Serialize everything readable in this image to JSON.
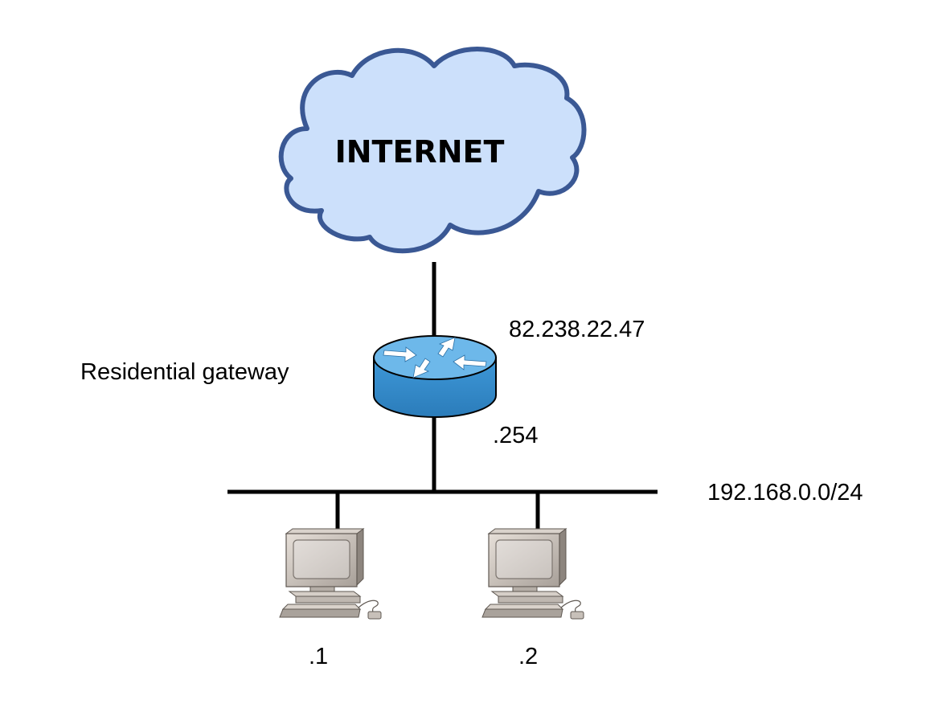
{
  "cloud": {
    "label": "INTERNET",
    "fill": "#cce0fb",
    "stroke": "#3a5894"
  },
  "gateway": {
    "label": "Residential gateway",
    "wan_address": "82.238.22.47",
    "lan_address": ".254",
    "icon": "router-icon",
    "color": "#3d96d6"
  },
  "network": {
    "subnet": "192.168.0.0/24"
  },
  "hosts": [
    {
      "address": ".1",
      "icon": "desktop-computer-icon"
    },
    {
      "address": ".2",
      "icon": "desktop-computer-icon"
    }
  ]
}
